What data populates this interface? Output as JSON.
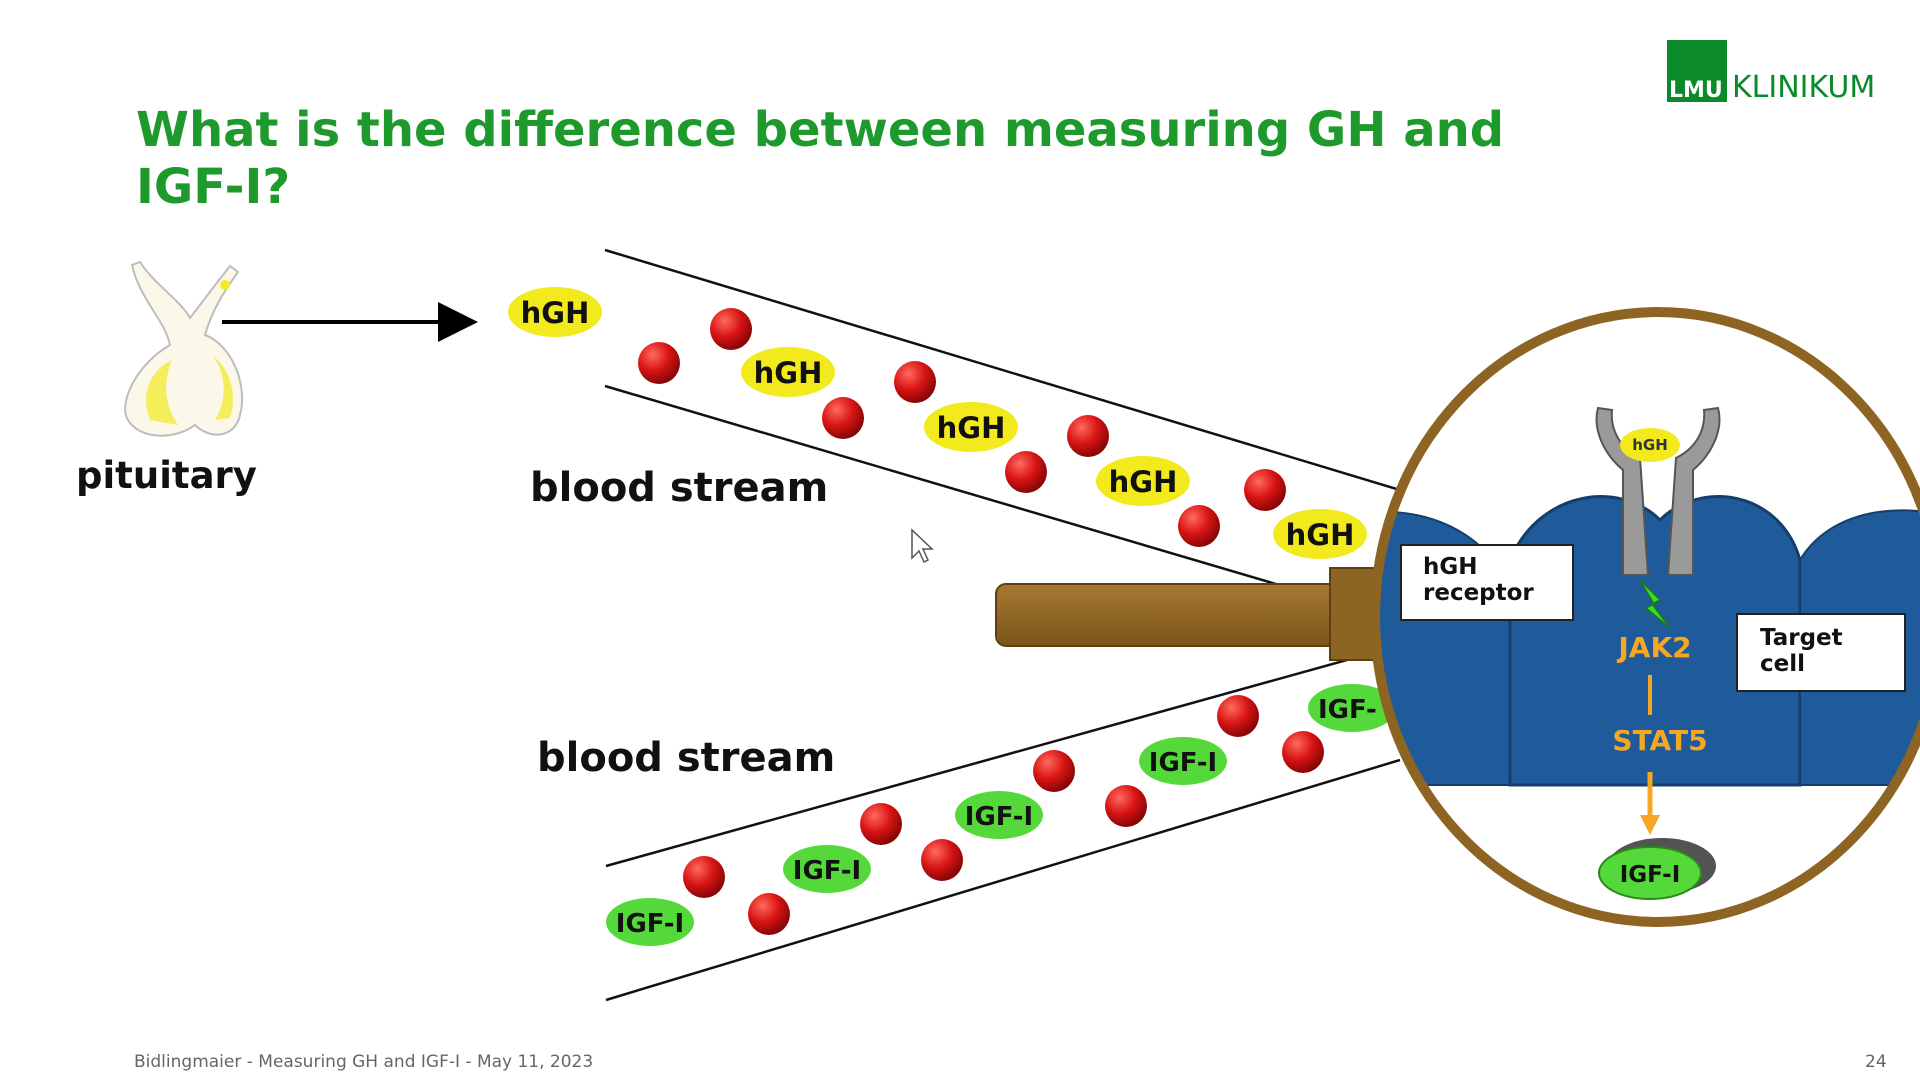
{
  "slide": {
    "title_line1": "What is the difference between measuring GH and",
    "title_line2": "IGF-I?",
    "logo_mark": "LMU",
    "logo_text": "KLINIKUM",
    "footer": "Bidlingmaier - Measuring GH and IGF-I - May 11, 2023",
    "page_number": "24"
  },
  "diagram": {
    "pituitary_label": "pituitary",
    "blood_stream_top": "blood stream",
    "blood_stream_bottom": "blood stream",
    "hgh_label": "hGH",
    "igf_label": "IGF-I",
    "igf_partial": "IGF-",
    "receptor_label_line1": "hGH",
    "receptor_label_line2": "receptor",
    "target_label_line1": "Target",
    "target_label_line2": "cell",
    "jak2": "JAK2",
    "stat5": "STAT5",
    "colors": {
      "title_green": "#1e9a2c",
      "hgh_yellow": "#f2ea1d",
      "igf_green": "#55d83a",
      "blood_red": "#d81414",
      "cell_blue": "#1f5a9a",
      "magnifier_brown": "#8e6422",
      "pathway_orange": "#f5a623"
    }
  }
}
